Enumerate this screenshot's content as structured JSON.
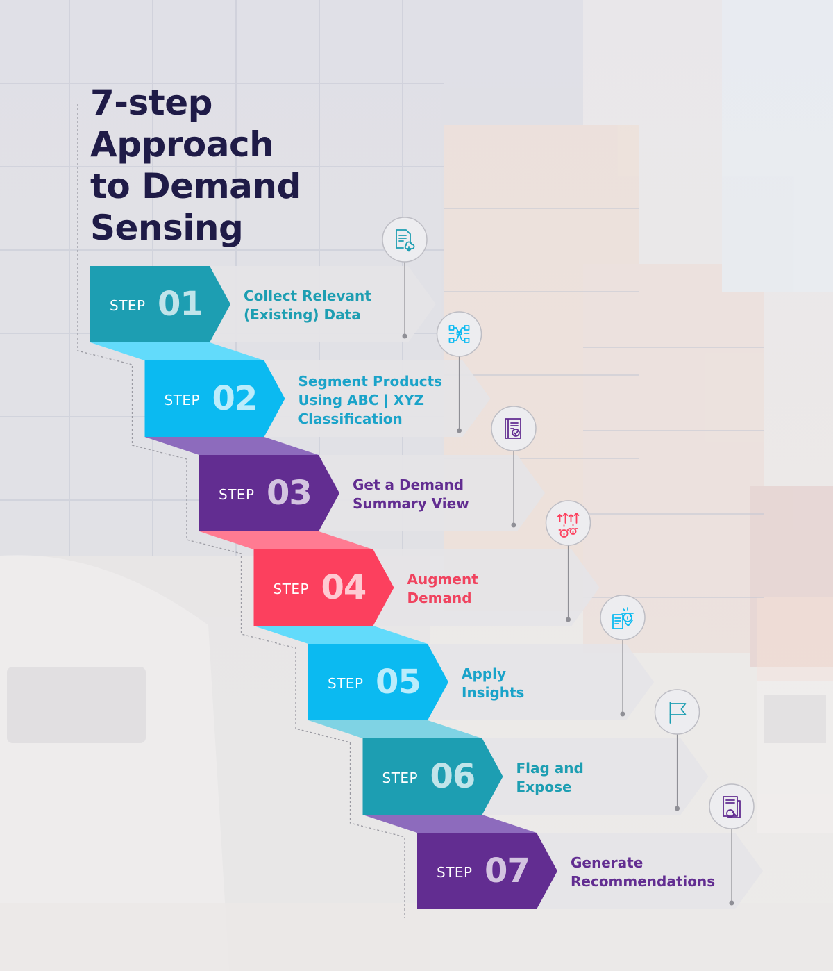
{
  "title": {
    "lines": [
      "7-step",
      "Approach",
      "to Demand",
      "Sensing"
    ]
  },
  "step_word": "STEP",
  "steps": [
    {
      "number": "01",
      "text": [
        "Collect Relevant",
        "(Existing) Data"
      ],
      "color": "#1d9eb2",
      "fold_color": "#7fd3e4",
      "text_color": "#1d9eb2",
      "icon": "document-cloud-download-icon",
      "icon_color": "#1d9eb2"
    },
    {
      "number": "02",
      "text": [
        "Segment Products",
        "Using ABC | XYZ",
        "Classification"
      ],
      "color": "#0bbaf1",
      "fold_color": "#62dbfb",
      "text_color": "#1aa3c9",
      "icon": "data-segmentation-icon",
      "icon_color": "#0bbaf1"
    },
    {
      "number": "03",
      "text": [
        "Get a Demand",
        "Summary View"
      ],
      "color": "#622d91",
      "fold_color": "#8d6bbd",
      "text_color": "#622d91",
      "icon": "summary-book-icon",
      "icon_color": "#622d91"
    },
    {
      "number": "04",
      "text": [
        "Augment",
        "Demand"
      ],
      "color": "#fc405e",
      "fold_color": "#ff7b92",
      "text_color": "#f0435f",
      "icon": "growth-gears-icon",
      "icon_color": "#fc405e"
    },
    {
      "number": "05",
      "text": [
        "Apply",
        "Insights"
      ],
      "color": "#0bbaf1",
      "fold_color": "#62dbfb",
      "text_color": "#1aa3c9",
      "icon": "insight-gear-document-icon",
      "icon_color": "#0bbaf1"
    },
    {
      "number": "06",
      "text": [
        "Flag and",
        "Expose"
      ],
      "color": "#1d9eb2",
      "fold_color": "#7fd3e4",
      "text_color": "#1d9eb2",
      "icon": "flag-icon",
      "icon_color": "#1d9eb2"
    },
    {
      "number": "07",
      "text": [
        "Generate",
        "Recommendations"
      ],
      "color": "#622d91",
      "fold_color": "#8d6bbd",
      "text_color": "#622d91",
      "icon": "report-search-icon",
      "icon_color": "#622d91"
    }
  ]
}
